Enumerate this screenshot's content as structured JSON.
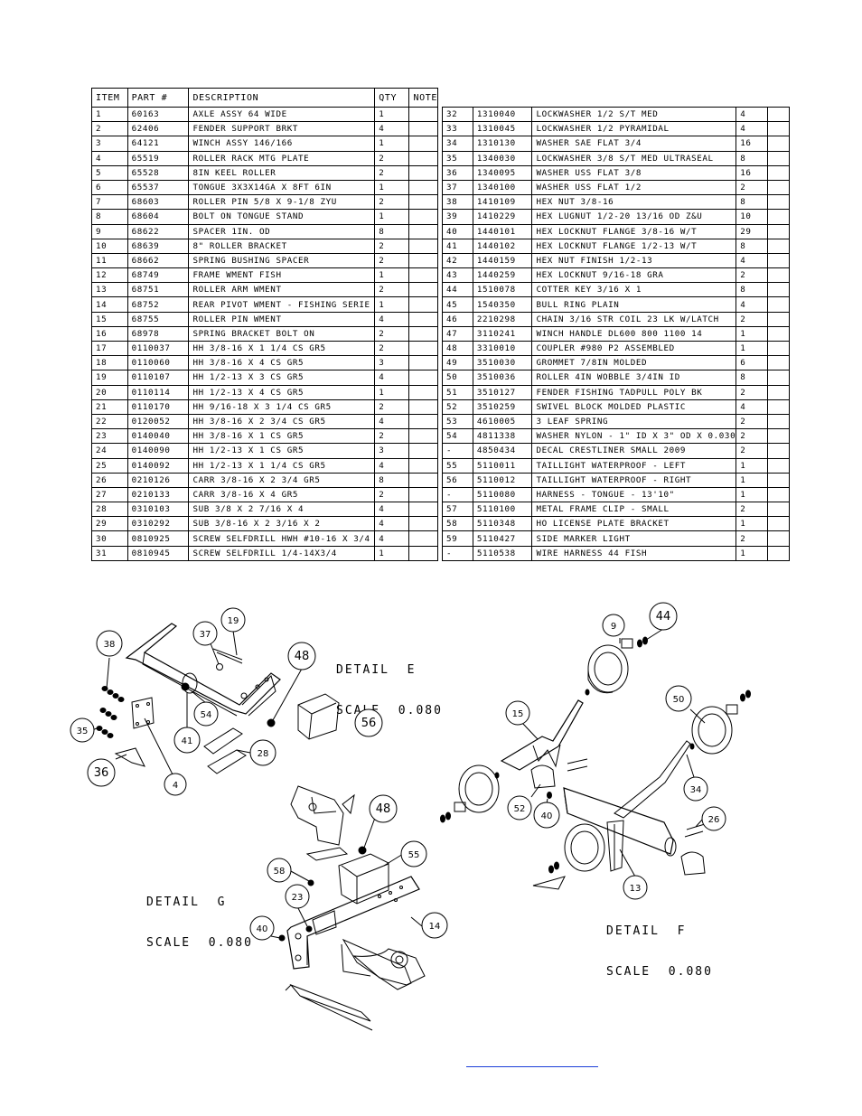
{
  "table_headers": {
    "item": "ITEM",
    "part": "PART #",
    "desc": "DESCRIPTION",
    "qty": "QTY",
    "note": "NOTE"
  },
  "left_rows": [
    [
      "1",
      "60163",
      "AXLE ASSY 64 WIDE",
      "1"
    ],
    [
      "2",
      "62406",
      "FENDER SUPPORT BRKT",
      "4"
    ],
    [
      "3",
      "64121",
      "WINCH ASSY   146/166",
      "1"
    ],
    [
      "4",
      "65519",
      "ROLLER RACK MTG PLATE",
      "2"
    ],
    [
      "5",
      "65528",
      "8IN KEEL ROLLER",
      "2"
    ],
    [
      "6",
      "65537",
      "TONGUE 3X3X14GA X 8FT 6IN",
      "1"
    ],
    [
      "7",
      "68603",
      "ROLLER PIN 5/8 X 9-1/8 ZYU",
      "2"
    ],
    [
      "8",
      "68604",
      "BOLT ON TONGUE STAND",
      "1"
    ],
    [
      "9",
      "68622",
      "SPACER   1IN. OD",
      "8"
    ],
    [
      "10",
      "68639",
      "8\" ROLLER BRACKET",
      "2"
    ],
    [
      "11",
      "68662",
      "SPRING BUSHING SPACER",
      "2"
    ],
    [
      "12",
      "68749",
      "FRAME WMENT FISH",
      "1"
    ],
    [
      "13",
      "68751",
      "ROLLER ARM WMENT",
      "2"
    ],
    [
      "14",
      "68752",
      "REAR PIVOT WMENT - FISHING SERIE",
      "1"
    ],
    [
      "15",
      "68755",
      "ROLLER PIN WMENT",
      "4"
    ],
    [
      "16",
      "68978",
      "SPRING BRACKET BOLT ON",
      "2"
    ],
    [
      "17",
      "0110037",
      "HH 3/8-16 X 1 1/4 CS GR5",
      "2"
    ],
    [
      "18",
      "0110060",
      "HH 3/8-16 X 4 CS GR5",
      "3"
    ],
    [
      "19",
      "0110107",
      "HH 1/2-13 X 3 CS GR5",
      "4"
    ],
    [
      "20",
      "0110114",
      "HH 1/2-13 X 4 CS GR5",
      "1"
    ],
    [
      "21",
      "0110170",
      "HH 9/16-18 X 3 1/4 CS GR5",
      "2"
    ],
    [
      "22",
      "0120052",
      "HH 3/8-16 X 2 3/4 CS GR5",
      "4"
    ],
    [
      "23",
      "0140040",
      "HH 3/8-16 X 1 CS GR5",
      "2"
    ],
    [
      "24",
      "0140090",
      "HH 1/2-13 X 1 CS GR5",
      "3"
    ],
    [
      "25",
      "0140092",
      "HH 1/2-13 X 1 1/4 CS GR5",
      "4"
    ],
    [
      "26",
      "0210126",
      "CARR 3/8-16 X 2 3/4 GR5",
      "8"
    ],
    [
      "27",
      "0210133",
      "CARR 3/8-16 X 4 GR5",
      "2"
    ],
    [
      "28",
      "0310103",
      "SUB 3/8 X 2 7/16 X 4",
      "4"
    ],
    [
      "29",
      "0310292",
      "SUB 3/8-16 X 2 3/16 X 2",
      "4"
    ],
    [
      "30",
      "0810925",
      "SCREW SELFDRILL HWH #10-16 X 3/4",
      "4"
    ],
    [
      "31",
      "0810945",
      "SCREW SELFDRILL  1/4-14X3/4",
      "1"
    ]
  ],
  "right_rows": [
    [
      "32",
      "1310040",
      "LOCKWASHER 1/2 S/T MED",
      "4"
    ],
    [
      "33",
      "1310045",
      "LOCKWASHER 1/2 PYRAMIDAL",
      "4"
    ],
    [
      "34",
      "1310130",
      "WASHER SAE FLAT 3/4",
      "16"
    ],
    [
      "35",
      "1340030",
      "LOCKWASHER 3/8 S/T MED ULTRASEAL",
      "8"
    ],
    [
      "36",
      "1340095",
      "WASHER USS FLAT 3/8",
      "16"
    ],
    [
      "37",
      "1340100",
      "WASHER USS FLAT 1/2",
      "2"
    ],
    [
      "38",
      "1410109",
      "HEX NUT 3/8-16",
      "8"
    ],
    [
      "39",
      "1410229",
      "HEX LUGNUT 1/2-20 13/16 OD Z&U",
      "10"
    ],
    [
      "40",
      "1440101",
      "HEX LOCKNUT FLANGE 3/8-16 W/T",
      "29"
    ],
    [
      "41",
      "1440102",
      "HEX LOCKNUT FLANGE 1/2-13 W/T",
      "8"
    ],
    [
      "42",
      "1440159",
      "HEX NUT FINISH 1/2-13",
      "4"
    ],
    [
      "43",
      "1440259",
      "HEX LOCKNUT 9/16-18 GRA",
      "2"
    ],
    [
      "44",
      "1510078",
      "COTTER KEY 3/16 X 1",
      "8"
    ],
    [
      "45",
      "1540350",
      "BULL RING PLAIN",
      "4"
    ],
    [
      "46",
      "2210298",
      "CHAIN 3/16 STR COIL 23 LK W/LATCH",
      "2"
    ],
    [
      "47",
      "3110241",
      "WINCH HANDLE   DL600 800 1100 14",
      "1"
    ],
    [
      "48",
      "3310010",
      "COUPLER #980 P2 ASSEMBLED",
      "1"
    ],
    [
      "49",
      "3510030",
      "GROMMET  7/8IN MOLDED",
      "6"
    ],
    [
      "50",
      "3510036",
      "ROLLER  4IN WOBBLE  3/4IN ID",
      "8"
    ],
    [
      "51",
      "3510127",
      "FENDER  FISHING TADPULL POLY BK",
      "2"
    ],
    [
      "52",
      "3510259",
      "SWIVEL BLOCK MOLDED PLASTIC",
      "4"
    ],
    [
      "53",
      "4610005",
      "3 LEAF SPRING",
      "2"
    ],
    [
      "54",
      "4811338",
      "WASHER NYLON - 1\" ID X 3\" OD X 0.030",
      "2"
    ],
    [
      "-",
      "4850434",
      "DECAL CRESTLINER SMALL 2009",
      "2"
    ],
    [
      "55",
      "5110011",
      "TAILLIGHT WATERPROOF - LEFT",
      "1"
    ],
    [
      "56",
      "5110012",
      "TAILLIGHT WATERPROOF - RIGHT",
      "1"
    ],
    [
      "-",
      "5110080",
      "HARNESS - TONGUE - 13'10\"",
      "1"
    ],
    [
      "57",
      "5110100",
      "METAL FRAME CLIP - SMALL",
      "2"
    ],
    [
      "58",
      "5110348",
      "HO LICENSE PLATE BRACKET",
      "1"
    ],
    [
      "59",
      "5110427",
      "SIDE MARKER LIGHT",
      "2"
    ],
    [
      "-",
      "5110538",
      "WIRE HARNESS 44 FISH",
      "1"
    ]
  ],
  "details": {
    "e": {
      "title": "DETAIL  E",
      "scale": "SCALE  0.080"
    },
    "g": {
      "title": "DETAIL  G",
      "scale": "SCALE  0.080"
    },
    "f": {
      "title": "DETAIL  F",
      "scale": "SCALE  0.080"
    }
  },
  "balloons_e": [
    "38",
    "37",
    "19",
    "48",
    "35",
    "41",
    "54",
    "56",
    "36",
    "4",
    "28"
  ],
  "balloons_g": [
    "48",
    "55",
    "58",
    "23",
    "40",
    "14"
  ],
  "balloons_f": [
    "44",
    "9",
    "50",
    "15",
    "34",
    "52",
    "40",
    "26",
    "13"
  ]
}
